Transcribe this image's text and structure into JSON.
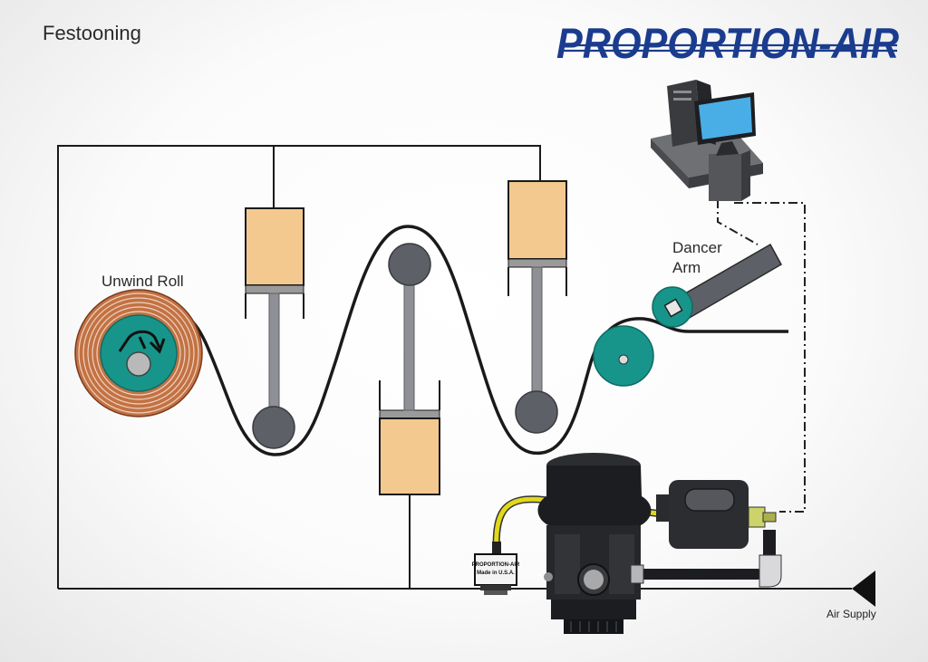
{
  "title": "Festooning",
  "brand": {
    "name": "PROPORTION-AIR",
    "color": "#1b3c8e"
  },
  "labels": {
    "unwind_roll": "Unwind Roll",
    "dancer_arm_line1": "Dancer",
    "dancer_arm_line2": "Arm",
    "air_supply": "Air Supply"
  },
  "regulator_plate": {
    "line1": "PROPORTION-AIR",
    "line2": "Made in U.S.A."
  },
  "icons": [
    "computer-workstation-icon",
    "rotation-arrow-icon",
    "air-supply-arrow-icon"
  ],
  "colors": {
    "cylinder": "#f3c98f",
    "roller": "#5d6067",
    "teal": "#17958a",
    "tube": "#e0d81a",
    "copper": "#b8643a",
    "line": "#1a1a1a"
  }
}
